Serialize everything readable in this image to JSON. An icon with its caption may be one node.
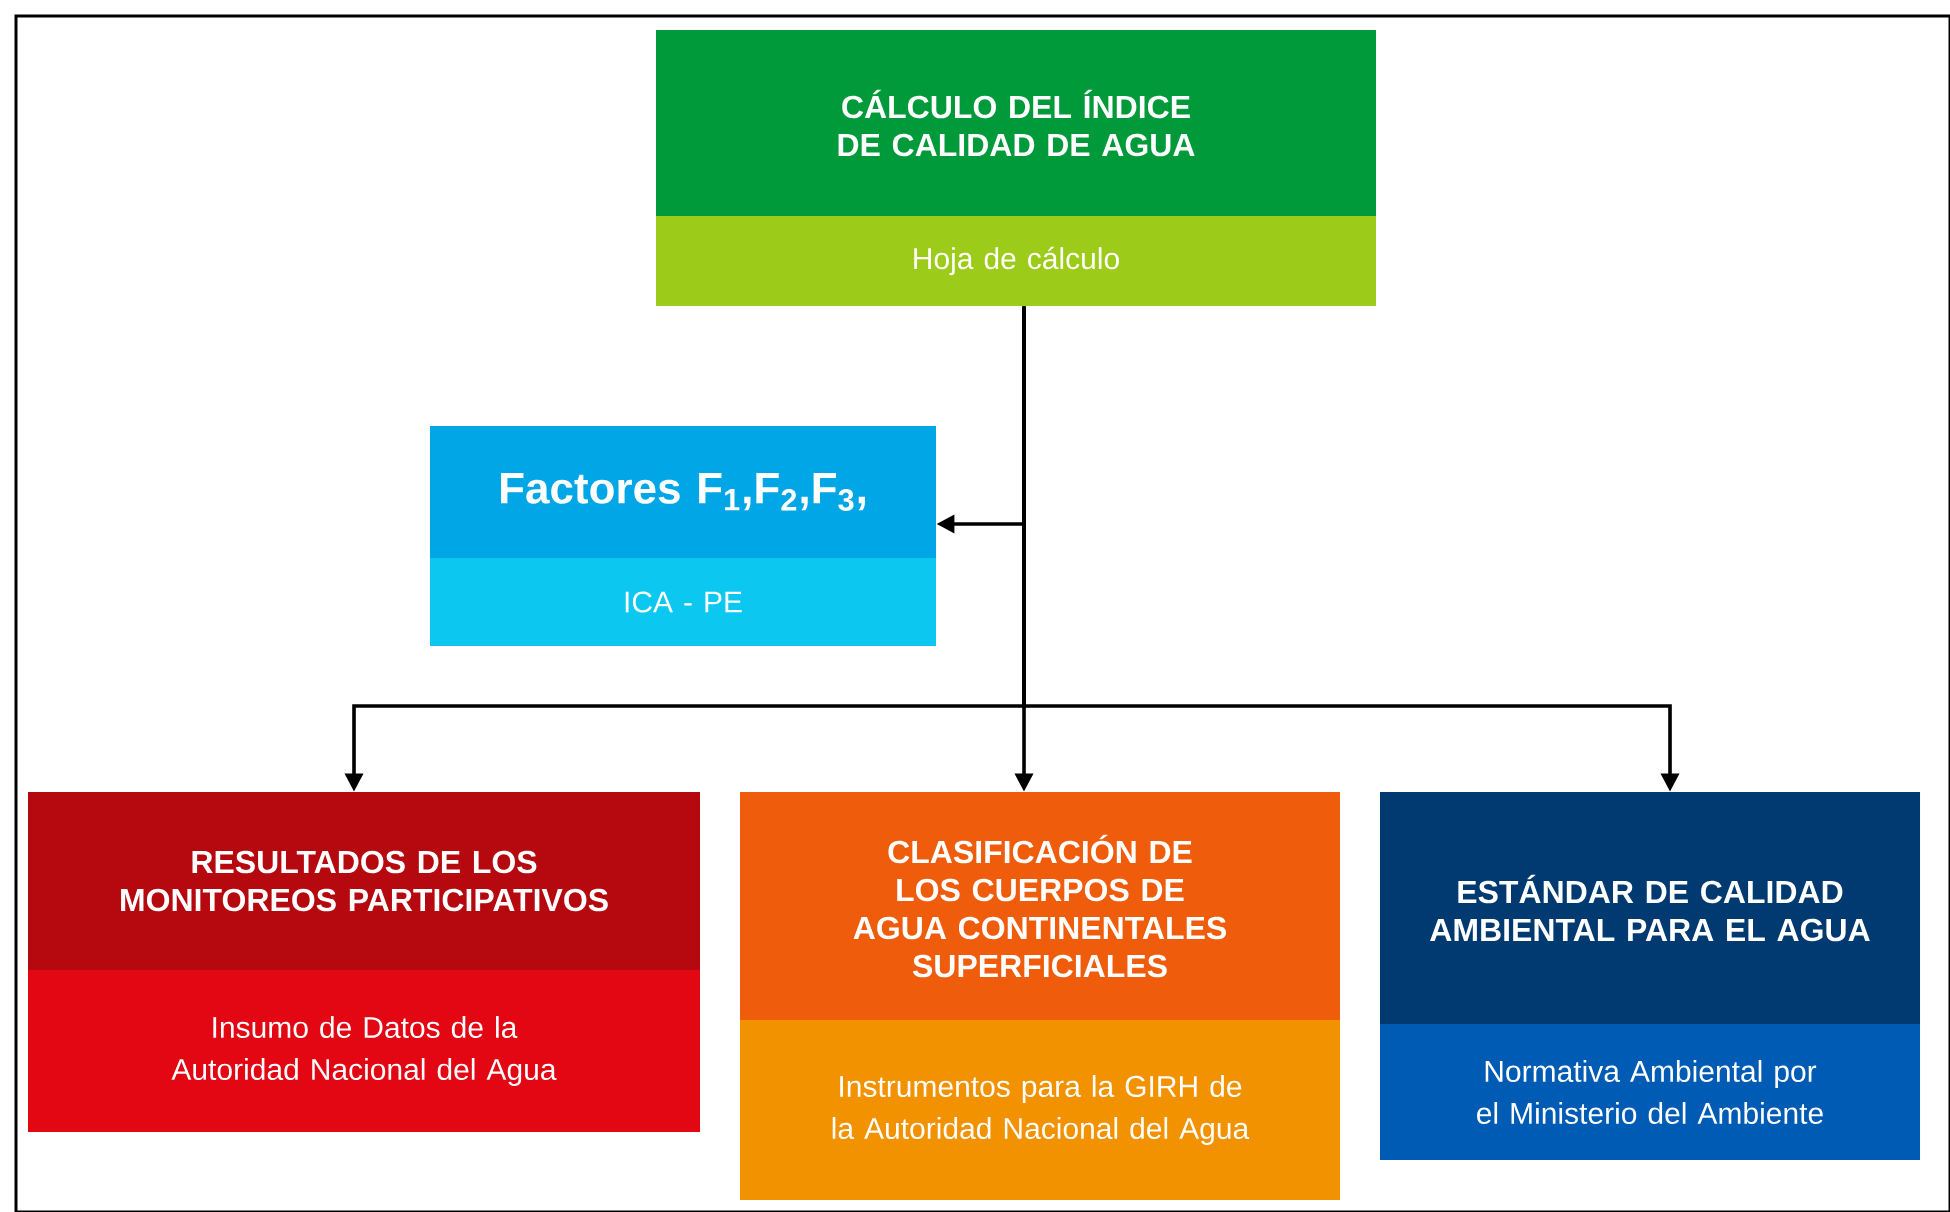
{
  "diagram": {
    "nodes": [
      {
        "text": [
          "CÁLCULO DEL ÍNDICE DE CALIDAD DE AGUA",
          "Hoja de cálculo"
        ]
      },
      {
        "text": [
          "Factores F$_{1}$,F$_{2}$,F$_{3}$,",
          "ICA - PE"
        ]
      },
      {
        "text": [
          "RESULTADOS DE LOS MONITOREOS PARTICIPATIVOS",
          "Insumo de Datos de la Autoridad Nacional del Agua"
        ]
      },
      {
        "text": [
          "CLASIFICACIÓN DE LOS CUERPOS DE AGUA CONTINENTALES SUPERFICIALES",
          "Instrumentos para la GIRH de la Autoridad Nacional del Agua"
        ]
      },
      {
        "text": [
          "ESTÁNDAR DE CALIDAD AMBIENTAL PARA EL AGUA",
          "Normativa Ambiental por el Ministerio del Ambiente"
        ]
      }
    ],
    "edges": [
      {
        "from": 0,
        "to": 1,
        "arrow": "to"
      },
      {
        "from": 0,
        "to": 2,
        "arrow": "to"
      },
      {
        "from": 0,
        "to": 3,
        "arrow": "to"
      },
      {
        "from": 0,
        "to": 4,
        "arrow": "to"
      }
    ]
  }
}
